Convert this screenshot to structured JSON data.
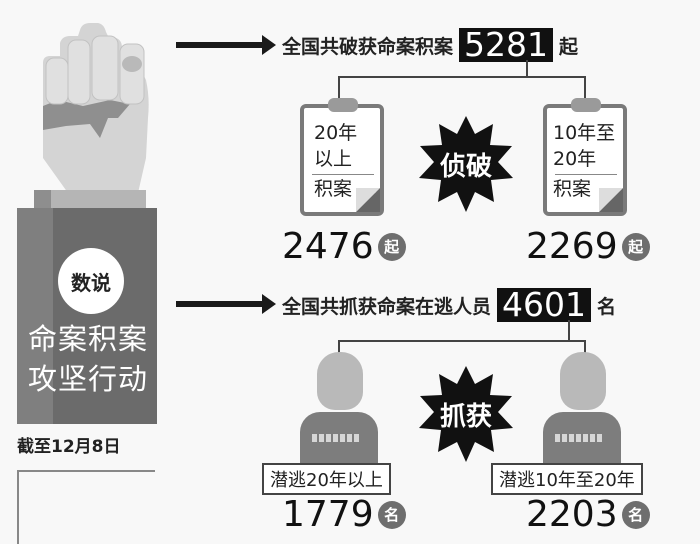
{
  "sidebar": {
    "badge": "数说",
    "title_line1": "命案积案",
    "title_line2": "攻坚行动",
    "date": "截至12月8日",
    "icons": [
      "raised-fist-icon"
    ]
  },
  "solved": {
    "headline": "全国共破获命案积案",
    "total": "5281",
    "total_unit": "起",
    "center_label": "侦破",
    "items": [
      {
        "label_line1": "20年",
        "label_line2": "以上",
        "label_line3": "积案",
        "value": "2476",
        "unit": "起"
      },
      {
        "label_line1": "10年至",
        "label_line2": "20年",
        "label_line3": "积案",
        "value": "2269",
        "unit": "起"
      }
    ]
  },
  "captured": {
    "headline": "全国共抓获命案在逃人员",
    "total": "4601",
    "total_unit": "名",
    "center_label": "抓获",
    "items": [
      {
        "label": "潜逃20年以上",
        "value": "1779",
        "unit": "名"
      },
      {
        "label": "潜逃10年至20年",
        "value": "2203",
        "unit": "名"
      }
    ]
  },
  "colors": {
    "background": "#f8f8f8",
    "dark": "#111111",
    "sleeve": "#6b6b6b",
    "fist": "#d4d4d4"
  }
}
